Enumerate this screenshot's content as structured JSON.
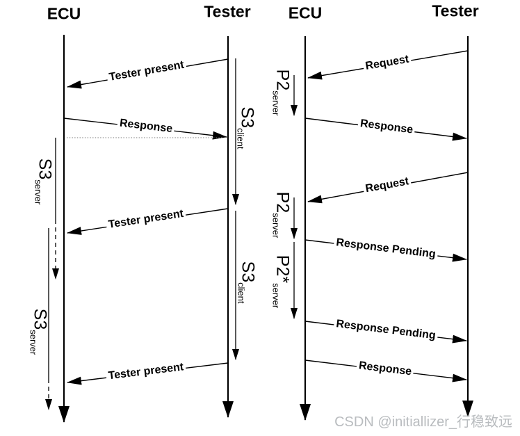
{
  "watermark": {
    "text": "CSDN @initiallizer_行稳致远",
    "color": "#b9bcbf"
  },
  "colors": {
    "ink": "#000000",
    "background": "#ffffff",
    "dotted_line": "#777777"
  },
  "left_diagram": {
    "ecu_header": "ECU",
    "tester_header": "Tester",
    "messages": [
      {
        "label": "Tester present",
        "from": "Tester",
        "to": "ECU"
      },
      {
        "label": "Response",
        "from": "ECU",
        "to": "Tester"
      },
      {
        "label": "Tester present",
        "from": "Tester",
        "to": "ECU"
      },
      {
        "label": "Tester present",
        "from": "Tester",
        "to": "ECU"
      }
    ],
    "timers": [
      {
        "base": "S3",
        "sub": "client",
        "side": "Tester"
      },
      {
        "base": "S3",
        "sub": "server",
        "side": "ECU"
      },
      {
        "base": "S3",
        "sub": "client",
        "side": "Tester"
      },
      {
        "base": "S3",
        "sub": "server",
        "side": "ECU"
      }
    ]
  },
  "right_diagram": {
    "ecu_header": "ECU",
    "tester_header": "Tester",
    "messages": [
      {
        "label": "Request",
        "from": "Tester",
        "to": "ECU"
      },
      {
        "label": "Response",
        "from": "ECU",
        "to": "Tester"
      },
      {
        "label": "Request",
        "from": "Tester",
        "to": "ECU"
      },
      {
        "label": "Response Pending",
        "from": "ECU",
        "to": "Tester"
      },
      {
        "label": "Response Pending",
        "from": "ECU",
        "to": "Tester"
      },
      {
        "label": "Response",
        "from": "ECU",
        "to": "Tester"
      }
    ],
    "timers": [
      {
        "base": "P2",
        "sub": "server",
        "side": "ECU"
      },
      {
        "base": "P2",
        "sub": "server",
        "side": "ECU"
      },
      {
        "base": "P2*",
        "sub": "server",
        "side": "ECU"
      }
    ]
  }
}
